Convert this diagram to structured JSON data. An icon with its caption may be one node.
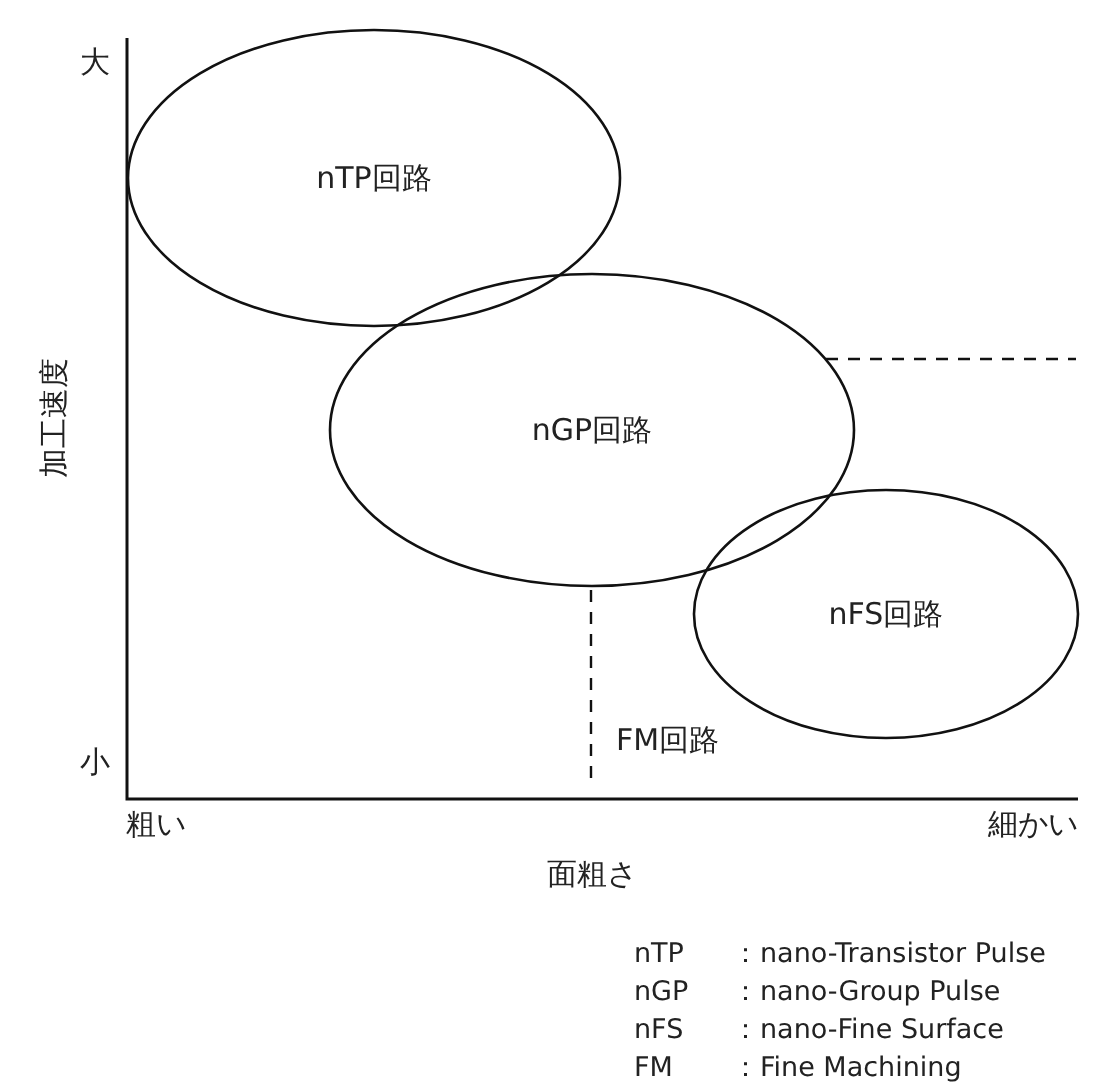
{
  "diagram": {
    "nodes": [
      {
        "text": [
          "nTP回路"
        ]
      },
      {
        "text": [
          "nGP回路"
        ]
      },
      {
        "text": [
          "nFS回路"
        ]
      }
    ],
    "labels": [
      "大",
      "加工速度",
      "小",
      "粗い",
      "細かい",
      "面粗さ",
      "FM回路",
      "nTP",
      "：nano-Transistor Pulse",
      "nGP",
      "：nano-Group Pulse",
      "nFS",
      "：nano-Fine Surface",
      "FM",
      "：Fine Machining"
    ]
  }
}
